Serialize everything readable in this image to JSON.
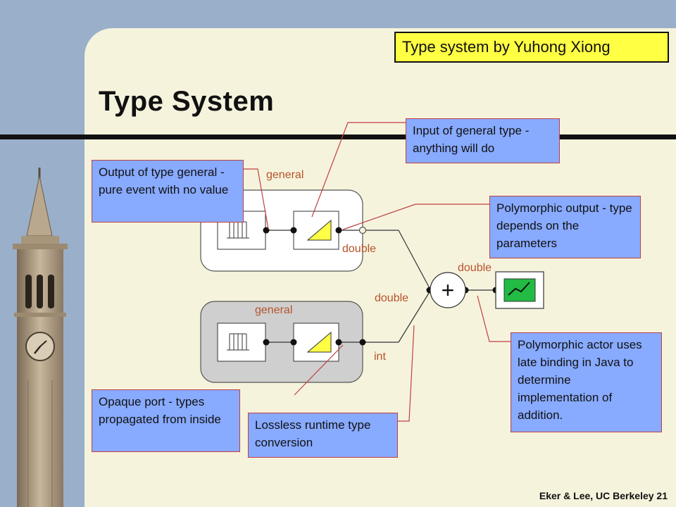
{
  "slide": {
    "title": "Type System",
    "credit": "Type system by Yuhong Xiong",
    "footer": "Eker & Lee, UC Berkeley 21"
  },
  "callouts": {
    "input_general": "Input of general type - anything will do",
    "output_general": "Output of type general - pure event with no value",
    "polymorphic_output": "Polymorphic output - type depends on the parameters",
    "polymorphic_actor": "Polymorphic actor uses late binding in Java to determine implementation of addition.",
    "opaque_port": "Opaque port - types propagated from inside",
    "lossless": "Lossless runtime type conversion"
  },
  "type_labels": {
    "top_general": "general",
    "top_double": "double",
    "bottom_general": "general",
    "bottom_int": "int",
    "adder_in_double": "double",
    "adder_out_double": "double"
  },
  "adder_symbol": "+",
  "colors": {
    "slide_background": "#f6f3dd",
    "outer_background": "#9aafc9",
    "callout_fill": "#88aaff",
    "callout_border": "#c04040",
    "credit_fill": "#ffff44",
    "type_label": "#b5532a",
    "ramp_fill": "#ffff44",
    "plotter_fill": "#22bb44"
  },
  "icons": [
    "clock-tower-icon",
    "pulse-source-icon",
    "ramp-icon",
    "adder-icon",
    "plotter-icon"
  ]
}
